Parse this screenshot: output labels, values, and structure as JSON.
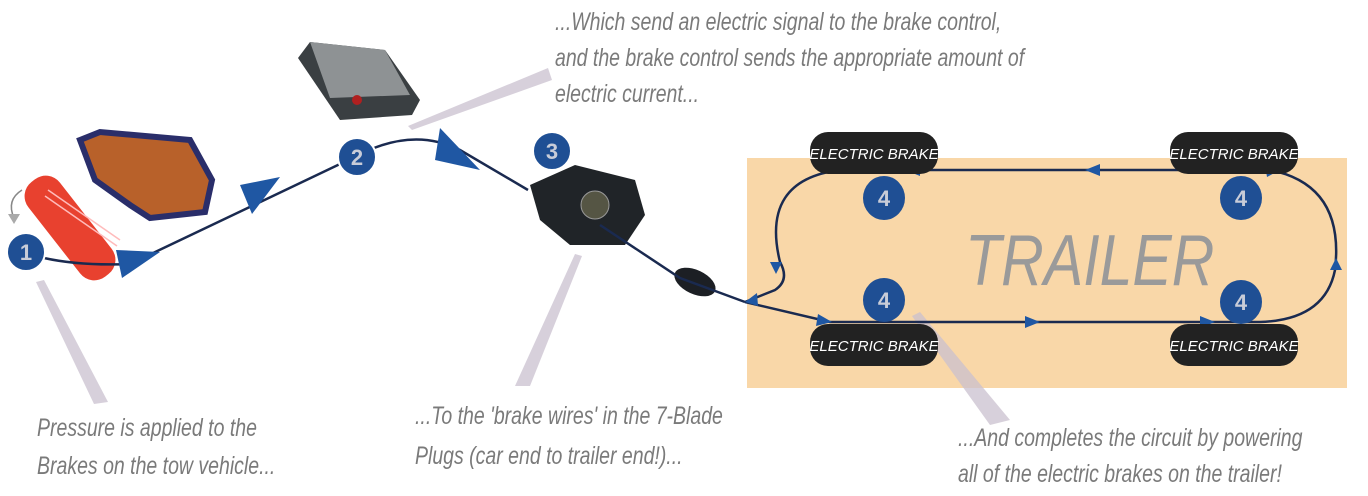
{
  "title_trailer": "TRAILER",
  "captions": {
    "step1": [
      "Pressure is applied to the",
      "Brakes on the tow vehicle..."
    ],
    "step2": [
      "...Which send an electric signal to the brake control,",
      "and the brake control sends the appropriate amount of",
      "electric current..."
    ],
    "step3": [
      "...To the 'brake wires' in the 7-Blade",
      "Plugs (car end to trailer end!)..."
    ],
    "step4": [
      "...And completes the circuit by powering",
      "all of the electric brakes on the trailer!"
    ]
  },
  "brakes": [
    "ELECTRIC BRAKE",
    "ELECTRIC BRAKE",
    "ELECTRIC BRAKE",
    "ELECTRIC BRAKE"
  ],
  "badges": [
    "1",
    "2",
    "3",
    "4",
    "4",
    "4",
    "4"
  ],
  "colors": {
    "trailer": "#f9d7a8",
    "badge": "#1f4f94",
    "pill": "#222222",
    "pedal": "#e8412f"
  }
}
